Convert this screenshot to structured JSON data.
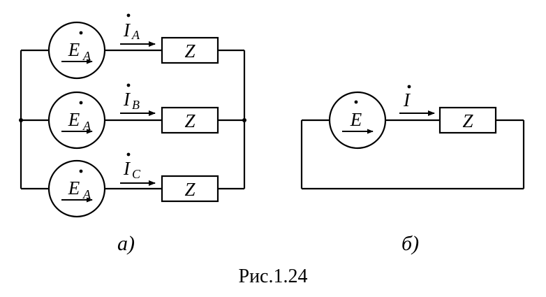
{
  "diagram_a": {
    "label": "а)",
    "sources": [
      {
        "letter": "E",
        "subscript": "A"
      },
      {
        "letter": "E",
        "subscript": "A"
      },
      {
        "letter": "E",
        "subscript": "A"
      }
    ],
    "currents": [
      {
        "letter": "I",
        "subscript": "A"
      },
      {
        "letter": "I",
        "subscript": "B"
      },
      {
        "letter": "I",
        "subscript": "C"
      }
    ],
    "impedances": [
      "Z",
      "Z",
      "Z"
    ]
  },
  "diagram_b": {
    "label": "б)",
    "source": {
      "letter": "E"
    },
    "current": {
      "letter": "I"
    },
    "impedance": "Z"
  },
  "caption": "Рис.1.24"
}
